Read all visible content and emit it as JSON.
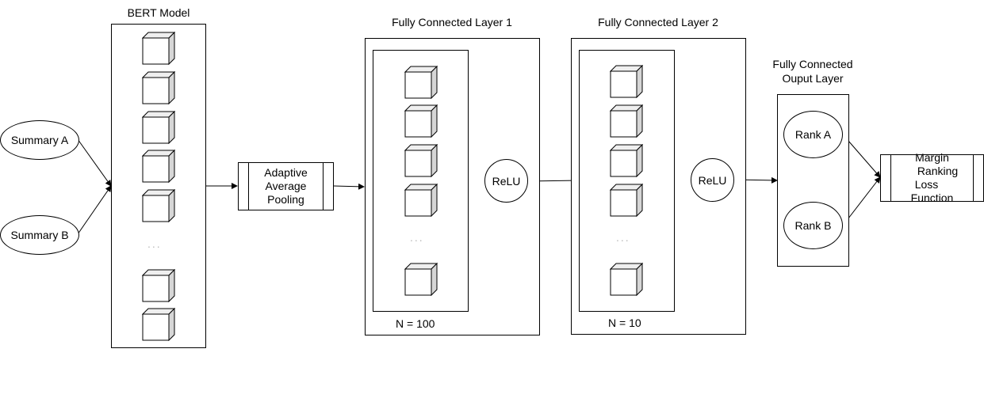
{
  "inputs": {
    "summary_a": "Summary A",
    "summary_b": "Summary B"
  },
  "bert": {
    "title": "BERT Model",
    "ellipsis": "..."
  },
  "pooling": {
    "label_line1": "Adaptive",
    "label_line2": "Average",
    "label_line3": "Pooling"
  },
  "fc1": {
    "title": "Fully Connected Layer 1",
    "ellipsis": "...",
    "n_label": "N = 100",
    "activation": "ReLU"
  },
  "fc2": {
    "title": "Fully Connected Layer 2",
    "ellipsis": "...",
    "n_label": "N = 10",
    "activation": "ReLU"
  },
  "output_layer": {
    "title_line1": "Fully Connected",
    "title_line2": "Ouput Layer",
    "rank_a": "Rank A",
    "rank_b": "Rank B"
  },
  "loss": {
    "label_line1": "Margin",
    "label_line2": "Ranking Loss",
    "label_line3": "Function"
  },
  "colors": {
    "stroke": "#000000",
    "cube_front": "#ffffff",
    "cube_top": "#efefef",
    "cube_side": "#d6d6d6",
    "ellipsis": "#b8b8b8"
  }
}
